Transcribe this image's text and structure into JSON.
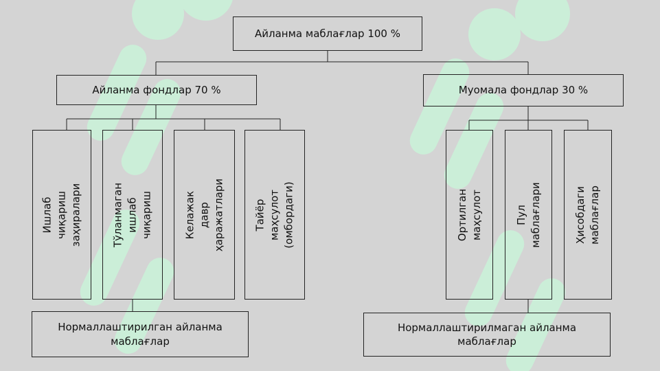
{
  "diagram": {
    "root": {
      "label": "Айланма маблағлар 100 %"
    },
    "left_branch": {
      "label": "Айланма фондлар 70 %",
      "children": [
        "Ишлаб чиқариш\nзаҳиралари",
        "Тўланмаган ишлаб\nчиқариш",
        "Келажак давр\nҳаражатлари",
        "Тайёр маҳсулот\n(омбордаги)"
      ],
      "footer": "Нормаллаштирилган айланма\nмаблағлар"
    },
    "right_branch": {
      "label": "Муомала фондлар 30 %",
      "children": [
        "Ортилган маҳсулот",
        "Пул маблағлари",
        "Ҳисобдаги маблағлар"
      ],
      "footer": "Нормаллаштирилмаган айланма\nмаблағлар"
    }
  },
  "colors": {
    "background": "#d4d4d4",
    "border": "#222222",
    "text": "#111111",
    "watermark": "#c8f2d8"
  }
}
